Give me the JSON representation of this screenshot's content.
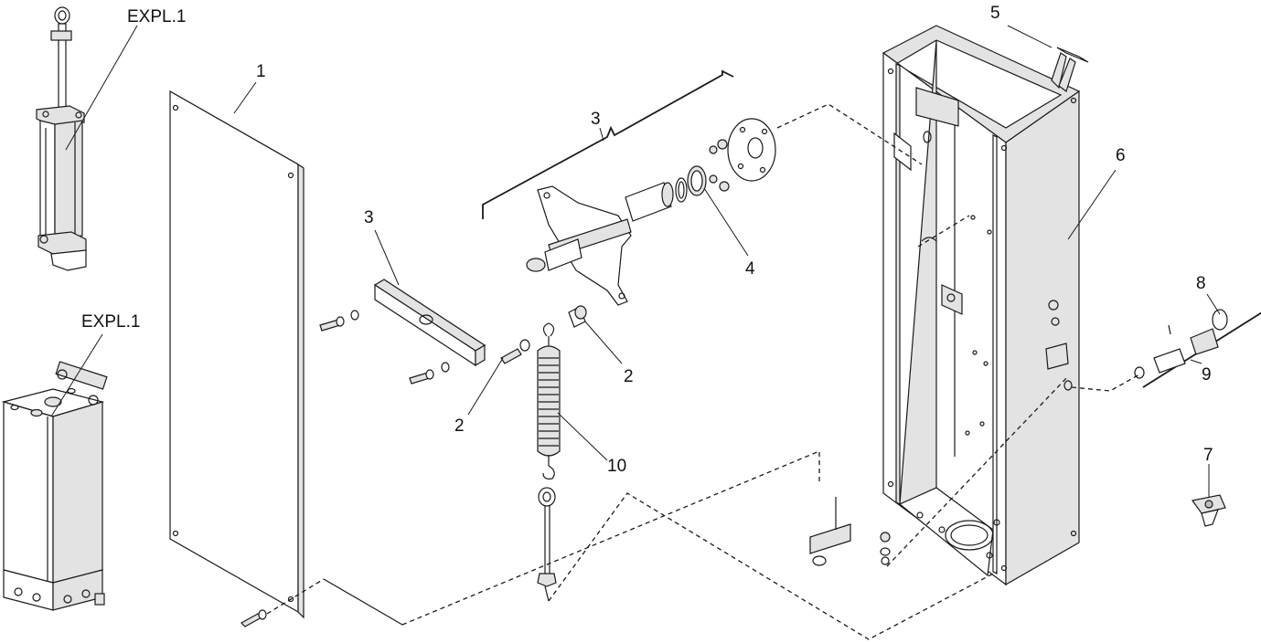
{
  "labels": {
    "expl_top": "EXPL.1",
    "expl_bottom": "EXPL.1",
    "part_1": "1",
    "part_2_left": "2",
    "part_2_right": "2",
    "part_3_bracket": "3",
    "part_3_plate": "3",
    "part_4": "4",
    "part_5": "5",
    "part_6": "6",
    "part_7": "7",
    "part_8": "8",
    "part_9": "9",
    "part_10": "10"
  },
  "colors": {
    "line": "#1a1a1a",
    "face_light": "#e3e3e3",
    "face_dark": "#bdbdbd",
    "background": "#ffffff"
  }
}
